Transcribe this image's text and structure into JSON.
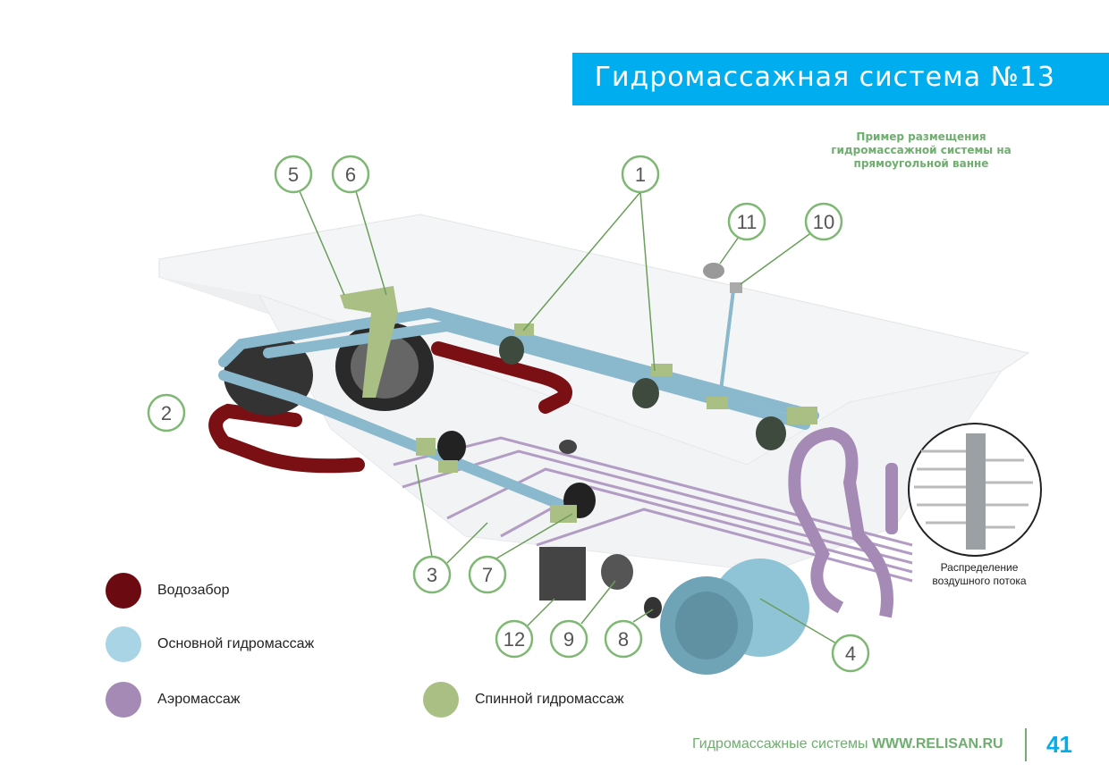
{
  "header": {
    "title": "Гидромассажная система №13"
  },
  "note": {
    "line1": "Пример размещения",
    "line2": "гидромассажной системы на",
    "line3": "прямоугольной ванне"
  },
  "callouts": [
    "1",
    "2",
    "3",
    "4",
    "5",
    "6",
    "7",
    "8",
    "9",
    "10",
    "11",
    "12"
  ],
  "inset": {
    "line1": "Распределение",
    "line2": "воздушного потока"
  },
  "legend": [
    {
      "label": "Водозабор",
      "color": "#6b0a10"
    },
    {
      "label": "Основной гидромассаж",
      "color": "#a8d4e6"
    },
    {
      "label": "Аэромассаж",
      "color": "#a58ab5"
    },
    {
      "label": "Спинной гидромассаж",
      "color": "#a9bf84"
    }
  ],
  "footer": {
    "text": "Гидромассажные системы",
    "site": "WWW.RELISAN.RU",
    "page": "41"
  },
  "colors": {
    "accent": "#00aeef",
    "green": "#6fae6f"
  }
}
